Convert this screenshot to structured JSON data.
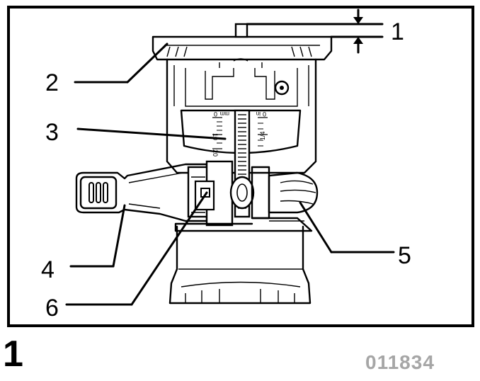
{
  "figure": {
    "number": "1",
    "code": "011834"
  },
  "callouts": [
    {
      "id": "1",
      "label": "1"
    },
    {
      "id": "2",
      "label": "2"
    },
    {
      "id": "3",
      "label": "3"
    },
    {
      "id": "4",
      "label": "4"
    },
    {
      "id": "5",
      "label": "5"
    },
    {
      "id": "6",
      "label": "6"
    }
  ],
  "scale": {
    "left_ticks": [
      "0",
      "10",
      "20"
    ],
    "left_unit": "mm",
    "right_ticks": [
      "0",
      "1/4"
    ],
    "right_unit": "in"
  }
}
